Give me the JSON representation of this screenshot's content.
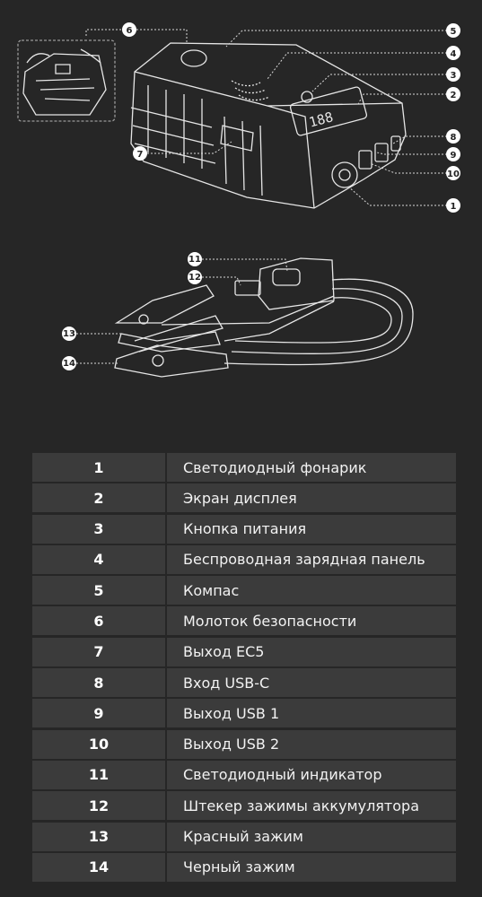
{
  "callouts": {
    "c1": "1",
    "c2": "2",
    "c3": "3",
    "c4": "4",
    "c5": "5",
    "c6": "6",
    "c7": "7",
    "c8": "8",
    "c9": "9",
    "c10": "10",
    "c11": "11",
    "c12": "12",
    "c13": "13",
    "c14": "14"
  },
  "table": [
    {
      "num": "1",
      "label": "Светодиодный фонарик"
    },
    {
      "num": "2",
      "label": "Экран дисплея"
    },
    {
      "num": "3",
      "label": "Кнопка питания"
    },
    {
      "num": "4",
      "label": "Беспроводная зарядная панель"
    },
    {
      "num": "5",
      "label": "Компас"
    },
    {
      "num": "6",
      "label": "Молоток безопасности"
    },
    {
      "num": "7",
      "label": "Выход EC5"
    },
    {
      "num": "8",
      "label": "Вход USB-C"
    },
    {
      "num": "9",
      "label": "Выход USB 1"
    },
    {
      "num": "10",
      "label": "Выход USB 2"
    },
    {
      "num": "11",
      "label": "Светодиодный индикатор"
    },
    {
      "num": "12",
      "label": "Штекер зажимы аккумулятора"
    },
    {
      "num": "13",
      "label": "Красный зажим"
    },
    {
      "num": "14",
      "label": "Черный зажим"
    }
  ],
  "display_digits": "188",
  "colors": {
    "background": "#262626",
    "cell": "#3b3b3b",
    "line": "#e0e0e0"
  }
}
